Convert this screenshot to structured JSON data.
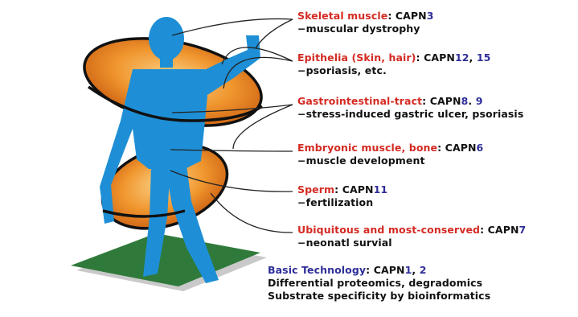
{
  "entries": [
    {
      "tissue": "Skeletal muscle",
      "gene": "CAPN",
      "nums": [
        "3"
      ],
      "note": "muscular dystrophy"
    },
    {
      "tissue": "Epithelia (Skin, hair)",
      "gene": "CAPN",
      "nums": [
        "12",
        "15"
      ],
      "note": "psoriasis, etc."
    },
    {
      "tissue": "Gastrointestinal-tract",
      "gene": "CAPN",
      "nums": [
        "8",
        "9"
      ],
      "note": "stress-induced gastric ulcer, psoriasis"
    },
    {
      "tissue": "Embryonic muscle, bone",
      "gene": "CAPN",
      "nums": [
        "6"
      ],
      "note": "muscle development"
    },
    {
      "tissue": "Sperm",
      "gene": "CAPN",
      "nums": [
        "11"
      ],
      "note": "fertilization"
    },
    {
      "tissue": "Ubiquitous and most-conserved",
      "gene": "CAPN",
      "nums": [
        "7"
      ],
      "note": "neonatl survial"
    }
  ],
  "basic": {
    "head": "Basic Technology",
    "gene": "CAPN",
    "nums": [
      "1",
      "2"
    ],
    "lines": [
      "Differential proteomics, degradomics",
      "Substrate specificity by bioinformatics"
    ]
  },
  "colors": {
    "tissue_label": "#d42a22",
    "capn_number": "#2f2f9a",
    "body": "#1e8fd6",
    "ellipse": "#e8821e",
    "ground": "#2f7a3a"
  }
}
